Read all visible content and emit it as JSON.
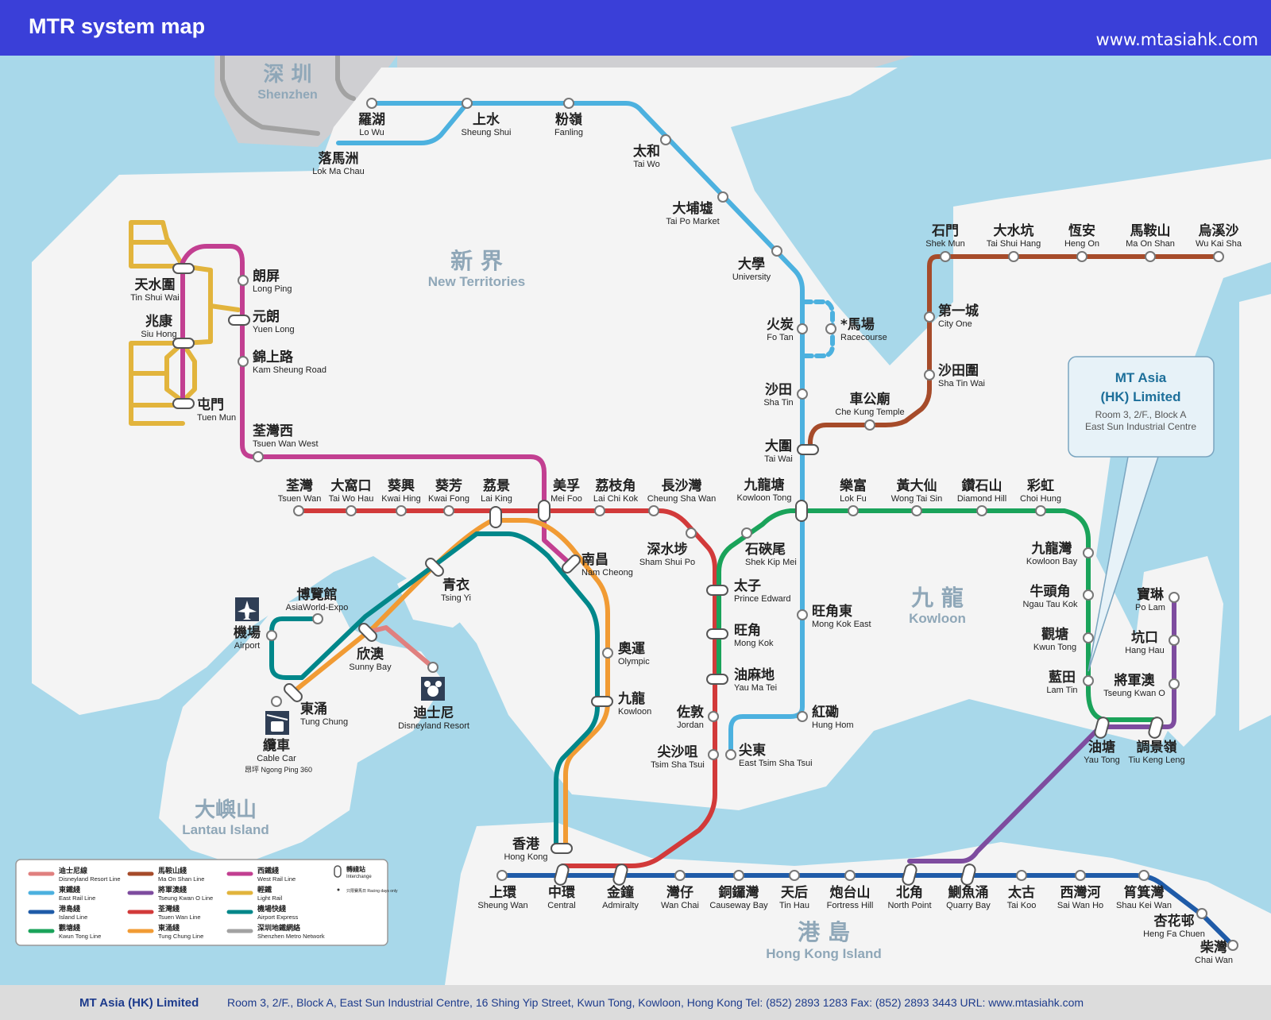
{
  "header": {
    "title": "MTR system map",
    "url": "www.mtasiahk.com"
  },
  "regions": {
    "shenzhen_zh": "深 圳",
    "shenzhen_en": "Shenzhen",
    "nt_zh": "新 界",
    "nt_en": "New Territories",
    "kowloon_zh": "九 龍",
    "kowloon_en": "Kowloon",
    "lantau_zh": "大嶼山",
    "lantau_en": "Lantau Island",
    "hki_zh": "港 島",
    "hki_en": "Hong Kong Island"
  },
  "colors": {
    "east_rail": "#4cb1df",
    "west_rail": "#c23f91",
    "tsuen_wan": "#d23a3a",
    "kwun_tong": "#1aa35a",
    "island": "#1f5ba8",
    "tung_chung": "#f19b34",
    "airport_express": "#00878a",
    "disneyland": "#e0807f",
    "ma_on_shan": "#a64b2a",
    "tseung_kwan_o": "#7e4c9f",
    "light_rail": "#e2b43c",
    "shenzhen": "#a2a2a2"
  },
  "stations": {
    "lo_wu": {
      "zh": "羅湖",
      "en": "Lo Wu"
    },
    "lok_ma_chau": {
      "zh": "落馬洲",
      "en": "Lok Ma Chau"
    },
    "sheung_shui": {
      "zh": "上水",
      "en": "Sheung Shui"
    },
    "fanling": {
      "zh": "粉嶺",
      "en": "Fanling"
    },
    "tai_wo": {
      "zh": "太和",
      "en": "Tai Wo"
    },
    "tai_po_market": {
      "zh": "大埔墟",
      "en": "Tai Po Market"
    },
    "university": {
      "zh": "大學",
      "en": "University"
    },
    "fo_tan": {
      "zh": "火炭",
      "en": "Fo Tan"
    },
    "racecourse": {
      "zh": "*馬場",
      "en": "Racecourse"
    },
    "sha_tin": {
      "zh": "沙田",
      "en": "Sha Tin"
    },
    "tai_wai": {
      "zh": "大圍",
      "en": "Tai Wai"
    },
    "kowloon_tong": {
      "zh": "九龍塘",
      "en": "Kowloon Tong"
    },
    "mong_kok_east": {
      "zh": "旺角東",
      "en": "Mong Kok East"
    },
    "hung_hom": {
      "zh": "紅磡",
      "en": "Hung Hom"
    },
    "east_tsim_sha_tsui": {
      "zh": "尖東",
      "en": "East Tsim Sha Tsui"
    },
    "tin_shui_wai": {
      "zh": "天水圍",
      "en": "Tin Shui Wai"
    },
    "siu_hong": {
      "zh": "兆康",
      "en": "Siu Hong"
    },
    "tuen_mun": {
      "zh": "屯門",
      "en": "Tuen Mun"
    },
    "long_ping": {
      "zh": "朗屏",
      "en": "Long Ping"
    },
    "yuen_long": {
      "zh": "元朗",
      "en": "Yuen Long"
    },
    "kam_sheung_road": {
      "zh": "錦上路",
      "en": "Kam Sheung Road"
    },
    "tsuen_wan_west": {
      "zh": "荃灣西",
      "en": "Tsuen Wan West"
    },
    "tsuen_wan": {
      "zh": "荃灣",
      "en": "Tsuen Wan"
    },
    "tai_wo_hau": {
      "zh": "大窩口",
      "en": "Tai Wo Hau"
    },
    "kwai_hing": {
      "zh": "葵興",
      "en": "Kwai Hing"
    },
    "kwai_fong": {
      "zh": "葵芳",
      "en": "Kwai Fong"
    },
    "lai_king": {
      "zh": "荔景",
      "en": "Lai King"
    },
    "mei_foo": {
      "zh": "美孚",
      "en": "Mei Foo"
    },
    "lai_chi_kok": {
      "zh": "荔枝角",
      "en": "Lai Chi Kok"
    },
    "cheung_sha_wan": {
      "zh": "長沙灣",
      "en": "Cheung Sha Wan"
    },
    "sham_shui_po": {
      "zh": "深水埗",
      "en": "Sham Shui Po"
    },
    "nam_cheong": {
      "zh": "南昌",
      "en": "Nam Cheong"
    },
    "prince_edward": {
      "zh": "太子",
      "en": "Prince Edward"
    },
    "mong_kok": {
      "zh": "旺角",
      "en": "Mong Kok"
    },
    "yau_ma_tei": {
      "zh": "油麻地",
      "en": "Yau Ma Tei"
    },
    "jordan": {
      "zh": "佐敦",
      "en": "Jordan"
    },
    "tsim_sha_tsui": {
      "zh": "尖沙咀",
      "en": "Tsim Sha Tsui"
    },
    "shek_kip_mei": {
      "zh": "石硤尾",
      "en": "Shek Kip Mei"
    },
    "lok_fu": {
      "zh": "樂富",
      "en": "Lok Fu"
    },
    "wong_tai_sin": {
      "zh": "黃大仙",
      "en": "Wong Tai Sin"
    },
    "diamond_hill": {
      "zh": "鑽石山",
      "en": "Diamond Hill"
    },
    "choi_hung": {
      "zh": "彩虹",
      "en": "Choi Hung"
    },
    "kowloon_bay": {
      "zh": "九龍灣",
      "en": "Kowloon Bay"
    },
    "ngau_tau_kok": {
      "zh": "牛頭角",
      "en": "Ngau Tau Kok"
    },
    "kwun_tong": {
      "zh": "觀塘",
      "en": "Kwun Tong"
    },
    "lam_tin": {
      "zh": "藍田",
      "en": "Lam Tin"
    },
    "yau_tong": {
      "zh": "油塘",
      "en": "Yau Tong"
    },
    "tiu_keng_leng": {
      "zh": "調景嶺",
      "en": "Tiu Keng Leng"
    },
    "po_lam": {
      "zh": "寶琳",
      "en": "Po Lam"
    },
    "hang_hau": {
      "zh": "坑口",
      "en": "Hang Hau"
    },
    "tseung_kwan_o": {
      "zh": "將軍澳",
      "en": "Tseung Kwan O"
    },
    "shek_mun": {
      "zh": "石門",
      "en": "Shek Mun"
    },
    "tai_shui_hang": {
      "zh": "大水坑",
      "en": "Tai Shui Hang"
    },
    "heng_on": {
      "zh": "恆安",
      "en": "Heng On"
    },
    "ma_on_shan": {
      "zh": "馬鞍山",
      "en": "Ma On Shan"
    },
    "wu_kai_sha": {
      "zh": "烏溪沙",
      "en": "Wu Kai Sha"
    },
    "city_one": {
      "zh": "第一城",
      "en": "City One"
    },
    "sha_tin_wai": {
      "zh": "沙田圍",
      "en": "Sha Tin Wai"
    },
    "che_kung_temple": {
      "zh": "車公廟",
      "en": "Che Kung Temple"
    },
    "tsing_yi": {
      "zh": "青衣",
      "en": "Tsing Yi"
    },
    "olympic": {
      "zh": "奧運",
      "en": "Olympic"
    },
    "kowloon": {
      "zh": "九龍",
      "en": "Kowloon"
    },
    "hong_kong": {
      "zh": "香港",
      "en": "Hong Kong"
    },
    "sunny_bay": {
      "zh": "欣澳",
      "en": "Sunny Bay"
    },
    "disneyland": {
      "zh": "迪士尼",
      "en": "Disneyland Resort"
    },
    "tung_chung": {
      "zh": "東涌",
      "en": "Tung Chung"
    },
    "airport": {
      "zh": "機場",
      "en": "Airport"
    },
    "asiaworld": {
      "zh": "博覽館",
      "en": "AsiaWorld-Expo"
    },
    "cable_car": {
      "zh": "纜車",
      "en": "Cable Car"
    },
    "sheung_wan": {
      "zh": "上環",
      "en": "Sheung Wan"
    },
    "central": {
      "zh": "中環",
      "en": "Central"
    },
    "admiralty": {
      "zh": "金鐘",
      "en": "Admiralty"
    },
    "wan_chai": {
      "zh": "灣仔",
      "en": "Wan Chai"
    },
    "causeway_bay": {
      "zh": "銅鑼灣",
      "en": "Causeway Bay"
    },
    "tin_hau": {
      "zh": "天后",
      "en": "Tin Hau"
    },
    "fortress_hill": {
      "zh": "炮台山",
      "en": "Fortress Hill"
    },
    "north_point": {
      "zh": "北角",
      "en": "North Point"
    },
    "quarry_bay": {
      "zh": "鰂魚涌",
      "en": "Quarry Bay"
    },
    "tai_koo": {
      "zh": "太古",
      "en": "Tai Koo"
    },
    "sai_wan_ho": {
      "zh": "西灣河",
      "en": "Sai Wan Ho"
    },
    "shau_kei_wan": {
      "zh": "筲箕灣",
      "en": "Shau Kei Wan"
    },
    "heng_fa_chuen": {
      "zh": "杏花邨",
      "en": "Heng Fa Chuen"
    },
    "chai_wan": {
      "zh": "柴灣",
      "en": "Chai Wan"
    }
  },
  "ngong_ping": "昂坪 Ngong Ping 360",
  "callout": {
    "l1": "MT Asia",
    "l2": "(HK) Limited",
    "l3": "Room 3, 2/F., Block A",
    "l4": "East Sun Industrial Centre"
  },
  "legend": {
    "c1": [
      {
        "zh": "迪士尼線",
        "en": "Disneyland Resort Line"
      },
      {
        "zh": "東鐵綫",
        "en": "East Rail Line"
      },
      {
        "zh": "港島綫",
        "en": "Island Line"
      },
      {
        "zh": "觀塘綫",
        "en": "Kwun Tong Line"
      }
    ],
    "c2": [
      {
        "zh": "馬鞍山綫",
        "en": "Ma On Shan Line"
      },
      {
        "zh": "將軍澳綫",
        "en": "Tseung Kwan O Line"
      },
      {
        "zh": "荃灣綫",
        "en": "Tsuen Wan Line"
      },
      {
        "zh": "東涌綫",
        "en": "Tung Chung Line"
      }
    ],
    "c3": [
      {
        "zh": "西鐵綫",
        "en": "West Rail Line"
      },
      {
        "zh": "輕鐵",
        "en": "Light Rail"
      },
      {
        "zh": "機場快綫",
        "en": "Airport Express"
      },
      {
        "zh": "深圳地鐵網絡",
        "en": "Shenzhen Metro Network"
      }
    ],
    "interchange_zh": "轉綫站",
    "interchange_en": "Interchange",
    "racing_note": "只限賽馬日 Racing days only"
  },
  "footer": {
    "name": "MT Asia (HK) Limited",
    "address": "Room 3, 2/F., Block A, East Sun Industrial Centre, 16 Shing Yip Street, Kwun Tong, Kowloon, Hong Kong  Tel: (852) 2893 1283  Fax: (852) 2893 3443  URL: www.mtasiahk.com"
  }
}
